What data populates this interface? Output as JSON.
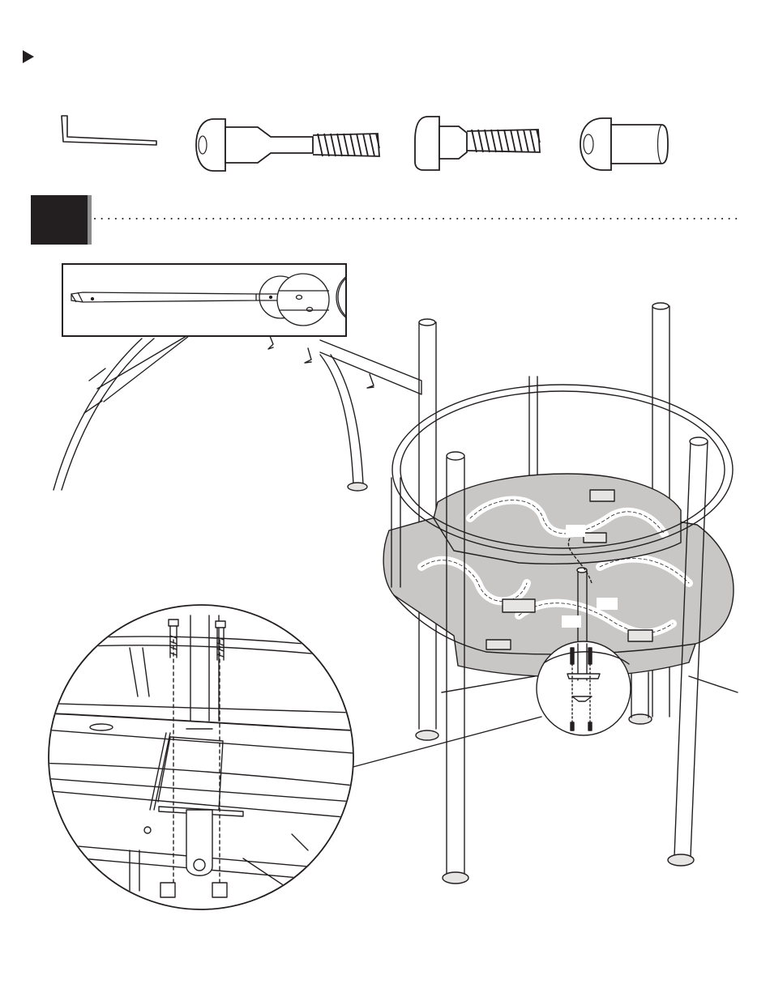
{
  "step": {
    "number": "",
    "accent": "#231f20",
    "shadow": "#8c8c8c"
  },
  "hardware": [
    {
      "name": "hex-key-icon"
    },
    {
      "name": "long-bolt-icon"
    },
    {
      "name": "short-bolt-icon"
    },
    {
      "name": "barrel-nut-icon"
    }
  ],
  "callouts": [
    {
      "name": "callout-label-a",
      "text": ""
    },
    {
      "name": "callout-label-b",
      "text": ""
    },
    {
      "name": "callout-label-c",
      "text": ""
    }
  ],
  "colors": {
    "line": "#231f20",
    "deck": "#c8c7c6",
    "deck_light": "#e6e5e4",
    "pole": "#f4f4f4"
  }
}
